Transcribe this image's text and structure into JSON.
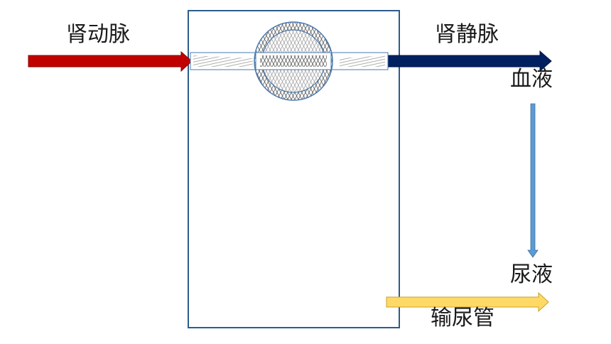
{
  "labels": {
    "renal_artery": "肾动脉",
    "renal_vein": "肾静脉",
    "blood": "血液",
    "urine": "尿液",
    "ureter": "输尿管"
  },
  "colors": {
    "artery": "#c00000",
    "vein": "#002060",
    "blood_arrow": "#5b9bd5",
    "ureter_arrow": "#ffd966",
    "box_border": "#2e5c8a"
  }
}
